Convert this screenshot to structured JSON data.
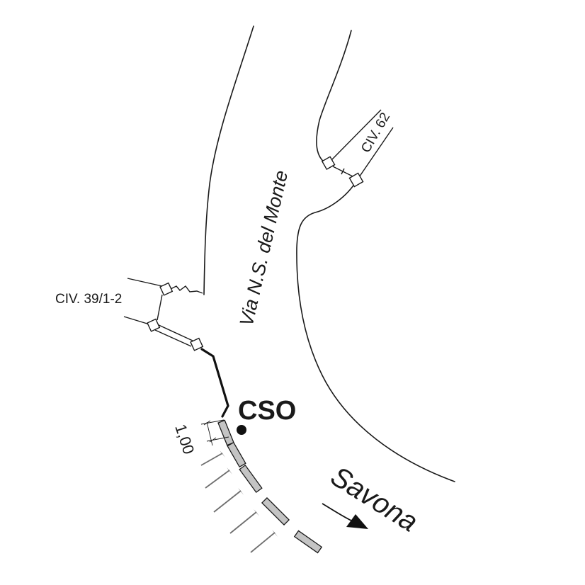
{
  "map": {
    "street_name": "Via N.S. del Monte",
    "direction_label": "Savona",
    "point_label": "CSO",
    "house_numbers": {
      "left": "CIV. 39/1-2",
      "right": "CIV. 62"
    },
    "dimension_label": "1,00",
    "colors": {
      "line": "#1a1a1a",
      "segment_fill": "#c4c4c4",
      "pin": "#6e6e6e",
      "background": "#ffffff"
    }
  }
}
